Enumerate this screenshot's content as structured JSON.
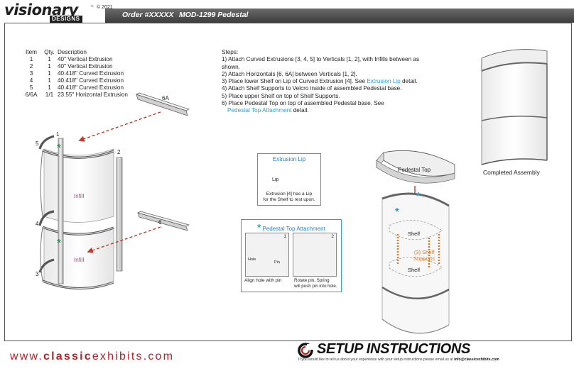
{
  "header": {
    "logo_main": "visionary",
    "logo_sub": "DESIGNS",
    "logo_tm": "™",
    "copyright": "© 2021",
    "order": "Order #XXXXX",
    "model": "MOD-1299 Pedestal"
  },
  "parts": {
    "headers": [
      "Item",
      "Qty.",
      "Description"
    ],
    "rows": [
      [
        "1",
        "1",
        "40\" Vertical Extrusion"
      ],
      [
        "2",
        "1",
        "40\" Vertical Extrusion"
      ],
      [
        "3",
        "1",
        "40.418\" Curved Extrusion"
      ],
      [
        "4",
        "1",
        "40.418\" Curved Extrusion"
      ],
      [
        "5",
        "1",
        "40.418\" Curved Extrusion"
      ],
      [
        "6/6A",
        "1/1",
        "23.55\" Horizontal Extrusion"
      ]
    ]
  },
  "steps": {
    "title": "Steps:",
    "s1": "1) Attach Curved Extrusions [3, 4, 5] to Verticals [1, 2], with Infills between as shown.",
    "s2": "2) Attach Horizontals [6, 6A] between Verticals [1, 2].",
    "s3_pre": "3) Place lower Shelf on Lip of Curved Extrusion [4]. See ",
    "s3_link": "Extrusion Lip",
    "s3_post": " detail.",
    "s4": "4) Attach Shelf Supports to Velcro inside of assembled Pedestal base.",
    "s5": "5) Place upper Shelf on top of Shelf Supports.",
    "s6_pre": "6) Place Pedestal Top on top of assembled Pedestal base. See",
    "s6_link": "Pedestal Top Attachment",
    "s6_post": " detail."
  },
  "diagram": {
    "label_1": "1",
    "label_2": "2",
    "label_3": "3",
    "label_4": "4",
    "label_5": "5",
    "label_6": "6",
    "label_6a": "6A",
    "infill_top": "Infill",
    "infill_bottom": "Infill",
    "star": "*"
  },
  "lip_detail": {
    "title": "Extrusion Lip",
    "lip": "Lip",
    "caption_1": "Extrusion [4] has a Lip",
    "caption_2": "for the Shelf to rest upon."
  },
  "pta_detail": {
    "star": "*",
    "title": "Pedestal Top Attachment",
    "panel1_num": "1",
    "panel2_num": "2",
    "hole": "Hole",
    "pin": "Pin",
    "caption_1": "Align hole with pin",
    "caption_2a": "Rotate pin. Spring",
    "caption_2b": "will push pin into hole."
  },
  "assembly": {
    "pedestal_top": "Pedestal Top",
    "shelf_upper": "Shelf",
    "shelf_lower": "Shelf",
    "supports_1": "(3) Shelf",
    "supports_2": "Supports",
    "completed": "Completed Assembly"
  },
  "footer": {
    "web_www": "www.",
    "web_classic": "classic",
    "web_exhibits": "exhibits",
    "web_com": ".com",
    "setup_title": "SETUP INSTRUCTIONS",
    "feedback_pre": "If you would like to tell us about your experience with your setup instructions please email us at ",
    "feedback_email": "info@classicexhibits.com"
  },
  "colors": {
    "accent_blue": "#2a9fd6",
    "infill_magenta": "#c13b8e",
    "arrow_red": "#c0392b",
    "star_green": "#1fa34a",
    "support_orange": "#d47a2a",
    "brand_red": "#b62226"
  }
}
